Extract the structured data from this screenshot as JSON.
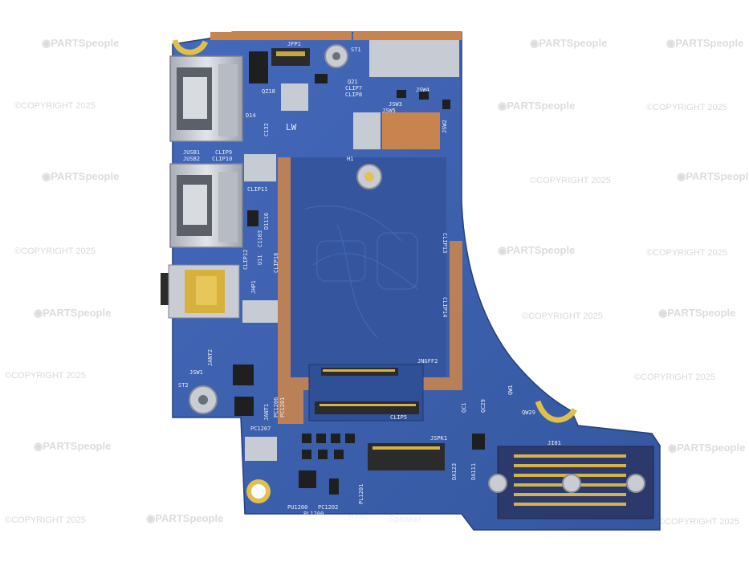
{
  "watermarks": {
    "brand": "PARTSpeople",
    "copyright": "©COPYRIGHT 2025"
  },
  "board": {
    "colors": {
      "pcb": "#3d63b2",
      "pcb_dark": "#2f4f96",
      "copper": "#c8844f",
      "silkscreen": "#e8ecf5",
      "gold": "#d7b24a",
      "metal": "#c9ccd3"
    },
    "labels": {
      "jfp1": "JFP1",
      "st1": "ST1",
      "q21": "Q21",
      "clip7": "CLIP7",
      "clip8": "CLIP8",
      "jsw4": "JSW4",
      "jsw3": "JSW3",
      "jsw5": "JSW5",
      "jsw2": "JSW2",
      "qz18": "QZ18",
      "d14": "D14",
      "c132": "C132",
      "lw": "LW",
      "h1": "H1",
      "jusb1": "JUSB1",
      "jusb2": "JUSB2",
      "clip9": "CLIP9",
      "clip10": "CLIP10",
      "clip11": "CLIP11",
      "clip13": "CLIP13",
      "c1103": "C1103",
      "d1116": "D1116",
      "u11": "U11",
      "clip12": "CLIP12",
      "clip16": "CLIP16",
      "jhp1": "JHP1",
      "clip14": "CLIP14",
      "jngff2": "JNGFF2",
      "jsw1": "JSW1",
      "jant2": "JANT2",
      "st2": "ST2",
      "jant1": "JANT1",
      "pc1206": "PC1206",
      "pc1201": "PC1201",
      "pc1207": "PC1207",
      "clip5": "CLIP5",
      "jspk1": "JSPK1",
      "qc1": "QC1",
      "qc29": "QC29",
      "qw1": "QW1",
      "qw29": "QW29",
      "ji01": "JI01",
      "da123": "DA123",
      "da111": "DA111",
      "pl1201": "PL1201",
      "pu1200": "PU1200",
      "pl1200": "PL1200",
      "pc1202": "PC1202",
      "pl1202": "PL1202",
      "speaker": "Speaker"
    }
  }
}
